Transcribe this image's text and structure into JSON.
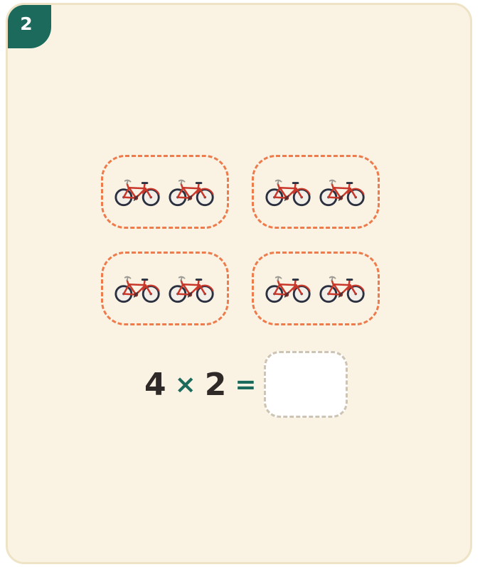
{
  "badge": {
    "number": "2"
  },
  "groups": [
    {
      "items": [
        "bicycle",
        "bicycle"
      ]
    },
    {
      "items": [
        "bicycle",
        "bicycle"
      ]
    },
    {
      "items": [
        "bicycle",
        "bicycle"
      ]
    },
    {
      "items": [
        "bicycle",
        "bicycle"
      ]
    }
  ],
  "equation": {
    "left": "4",
    "operator": "×",
    "right": "2",
    "equals": "=",
    "answer": ""
  },
  "colors": {
    "card_background": "#faf3e3",
    "badge": "#1b6a5c",
    "group_border": "#ee7b4c",
    "bicycle_frame": "#c8372a",
    "operator": "#1b6a5c",
    "answer_border": "#cdc4b4"
  }
}
